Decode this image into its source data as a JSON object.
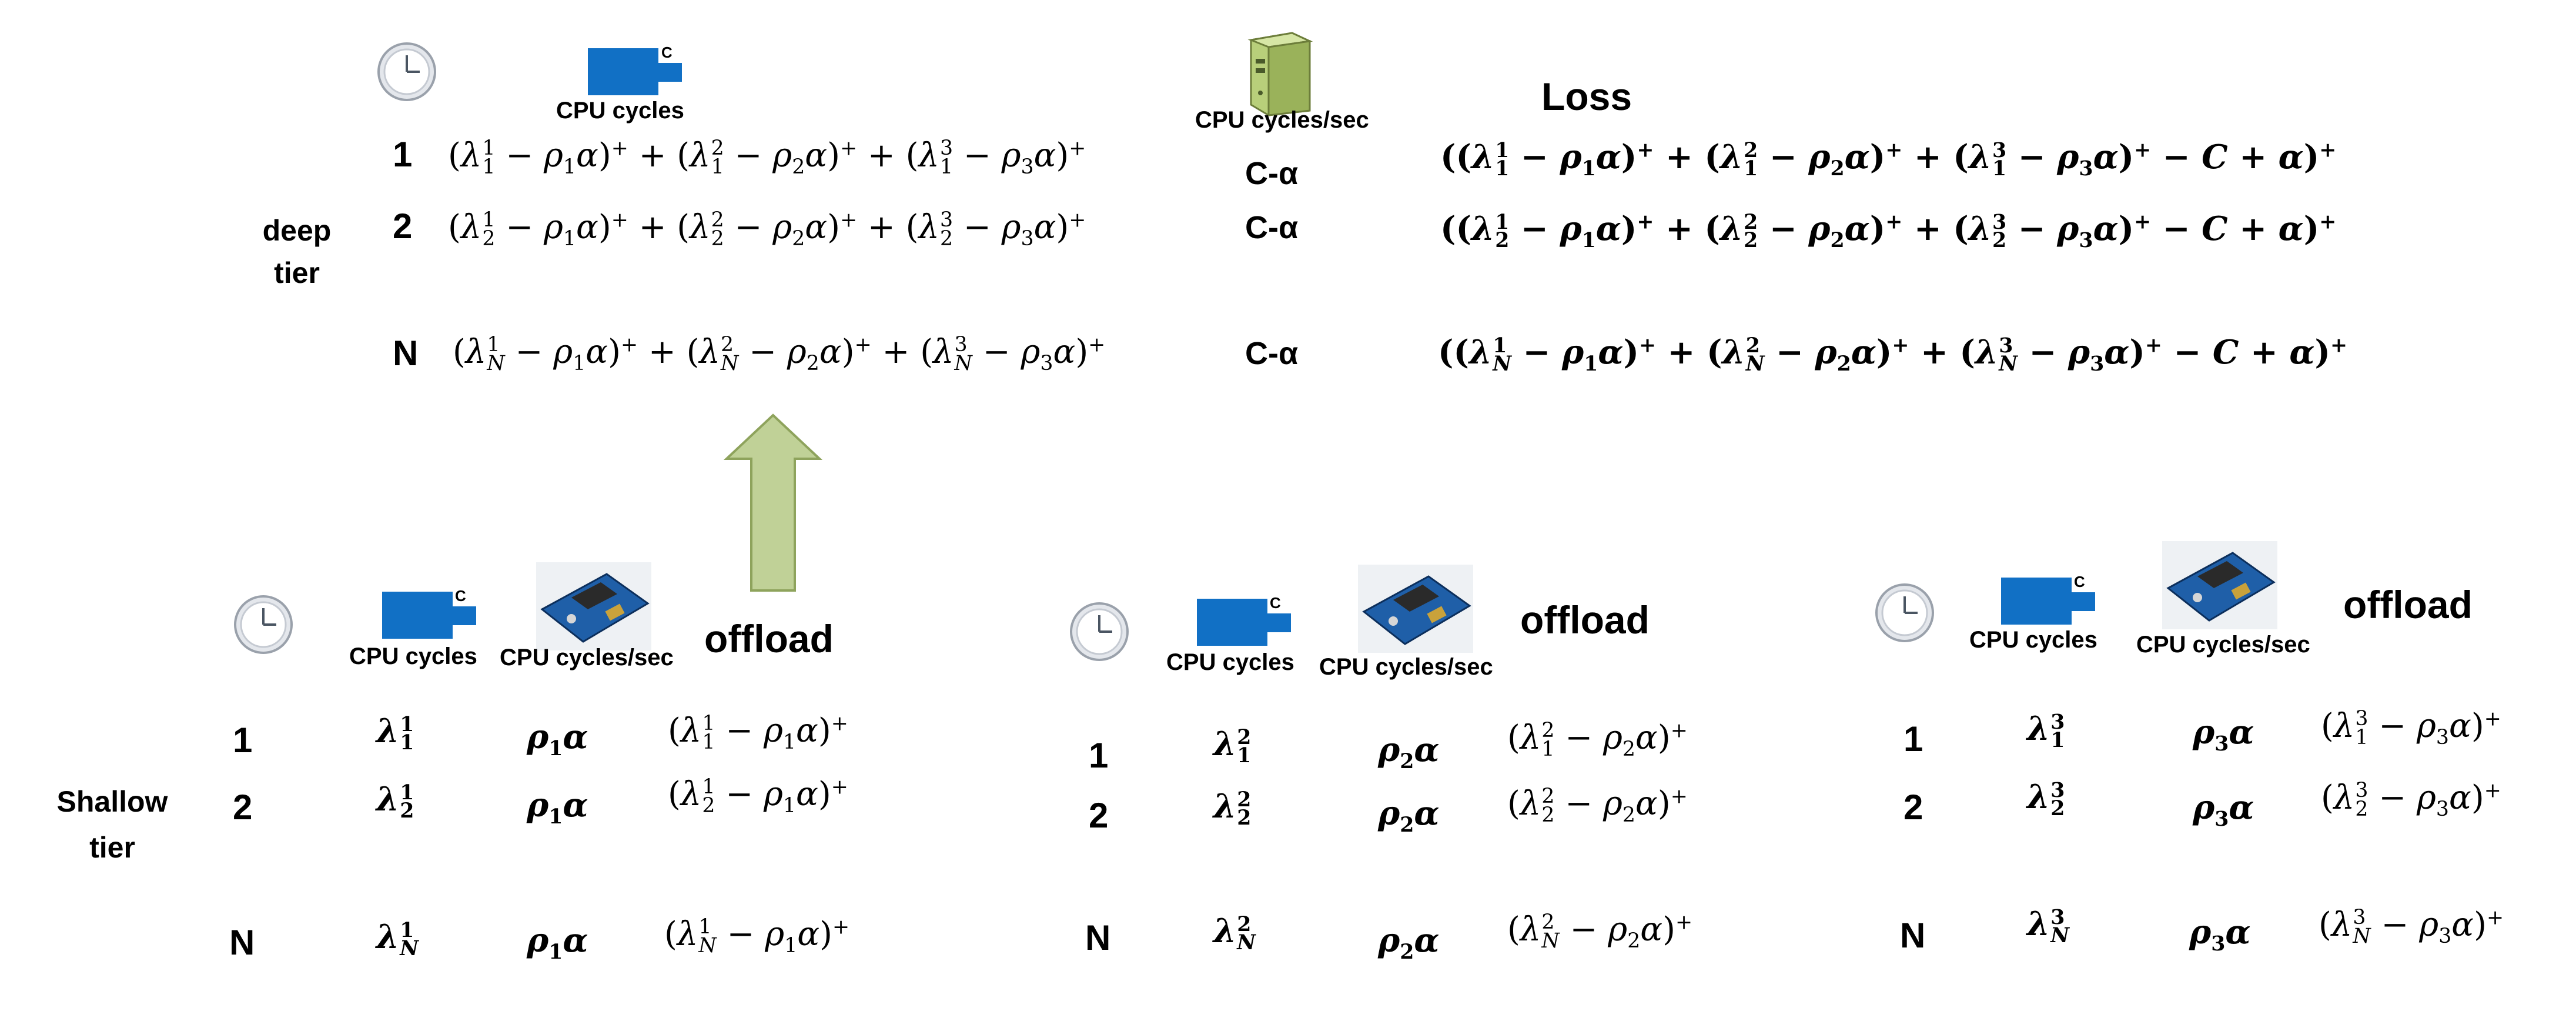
{
  "deep": {
    "label_line1": "deep",
    "label_line2": "tier",
    "cpu_cycles": "CPU cycles",
    "cam_letter": "C",
    "server_rate": "CPU cycles/sec",
    "loss": "Loss",
    "rows": [
      {
        "n": "1",
        "sub": "1",
        "rate": "C-α"
      },
      {
        "n": "2",
        "sub": "2",
        "rate": "C-α"
      },
      {
        "n": "N",
        "sub": "N",
        "rate": "C-α"
      }
    ]
  },
  "shallow": {
    "label_line1": "Shallow",
    "label_line2": "tier",
    "panels": [
      {
        "k": "1",
        "cpu_cycles": "CPU cycles",
        "rate_label": "CPU cycles/sec",
        "offload": "offload",
        "cam_letter": "C"
      },
      {
        "k": "2",
        "cpu_cycles": "CPU cycles",
        "rate_label": "CPU cycles/sec",
        "offload": "offload",
        "cam_letter": "C"
      },
      {
        "k": "3",
        "cpu_cycles": "CPU cycles",
        "rate_label": "CPU cycles/sec",
        "offload": "offload",
        "cam_letter": "C"
      }
    ],
    "row_labels": [
      "1",
      "2",
      "N"
    ]
  },
  "colors": {
    "camera": "#1170c5",
    "arrow_fill": "#c0d197",
    "arrow_stroke": "#8ea35c",
    "server": "#a8c06a"
  },
  "icons": [
    "clock-icon",
    "camera-icon",
    "server-icon",
    "board-icon",
    "up-arrow"
  ]
}
